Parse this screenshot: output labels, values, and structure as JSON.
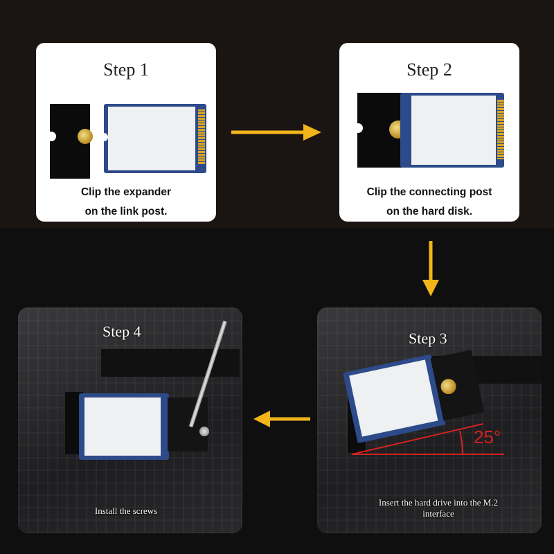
{
  "steps": {
    "step1": {
      "title": "Step 1",
      "caption_line1": "Clip the expander",
      "caption_line2": "on the link post."
    },
    "step2": {
      "title": "Step 2",
      "caption_line1": "Clip the connecting post",
      "caption_line2": "on the hard disk."
    },
    "step3": {
      "title": "Step 3",
      "caption_line1": "Insert the hard drive into the M.2",
      "caption_line2": "interface",
      "angle": "25°"
    },
    "step4": {
      "title": "Step 4",
      "caption": "Install the screws"
    }
  },
  "colors": {
    "arrow": "#f2b51a",
    "angle_line": "#d32222",
    "card_bg": "#ffffff"
  },
  "icons": [
    "arrow-right-icon",
    "arrow-down-icon",
    "arrow-left-icon"
  ]
}
